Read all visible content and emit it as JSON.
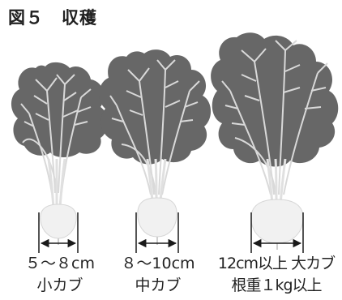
{
  "figure": {
    "title": "図５　収穫",
    "turnips": [
      {
        "size": "５～８cm",
        "label": "小カブ"
      },
      {
        "size": "８～10cm",
        "label": "中カブ"
      },
      {
        "size": "12cm以上 大カブ",
        "label": "根重１kg以上"
      }
    ]
  },
  "colors": {
    "leaf": "#676767",
    "vein": "#d9d9d9",
    "stem": "#e0e0e0",
    "root": "#f1f1f1",
    "arrow": "#1a1a1a"
  }
}
